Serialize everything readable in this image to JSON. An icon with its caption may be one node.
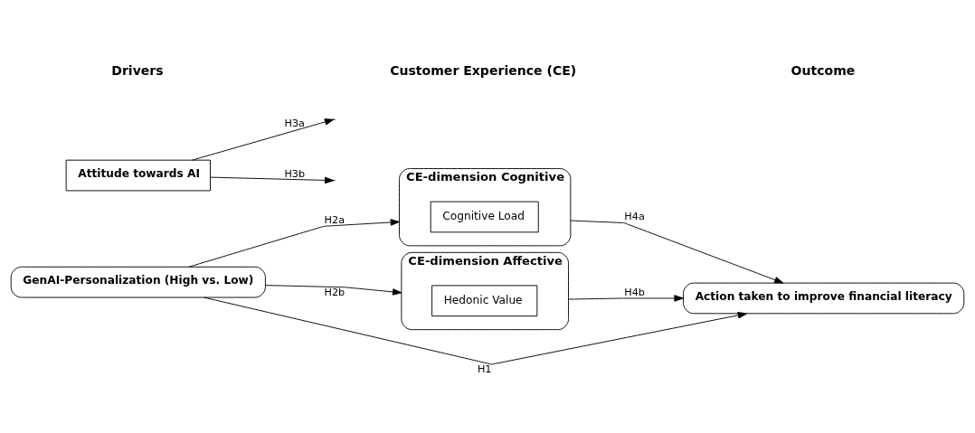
{
  "diagram": {
    "nodes": [
      {
        "text": [
          "Attitude towards AI"
        ]
      },
      {
        "text": [
          "GenAI-Personalization (High vs. Low)"
        ]
      },
      {
        "text": [
          "CE-dimension Cognitive"
        ]
      },
      {
        "text": [
          "Cognitive Load"
        ],
        "in": 2
      },
      {
        "text": [
          "CE-dimension Affective"
        ]
      },
      {
        "text": [
          "Hedonic Value"
        ],
        "in": 4
      },
      {
        "text": [
          "Action taken to improve financial literacy"
        ]
      }
    ],
    "edges": [
      {
        "from": 1,
        "to": 2,
        "arrow": "to",
        "label": "H2a"
      },
      {
        "from": 0,
        "to": null,
        "arrow": "to",
        "label": "H3a"
      },
      {
        "from": 1,
        "to": 4,
        "arrow": "to",
        "label": "H2b"
      },
      {
        "from": 0,
        "to": null,
        "arrow": "to",
        "label": "H3b"
      },
      {
        "from": 1,
        "to": 6,
        "arrow": "to",
        "label": "H1"
      },
      {
        "from": 2,
        "to": 6,
        "arrow": "to",
        "label": "H4a"
      },
      {
        "from": 4,
        "to": 6,
        "arrow": "to",
        "label": "H4b"
      }
    ],
    "labels": [
      "Drivers",
      "Customer Experience (CE)",
      "Outcome"
    ]
  }
}
